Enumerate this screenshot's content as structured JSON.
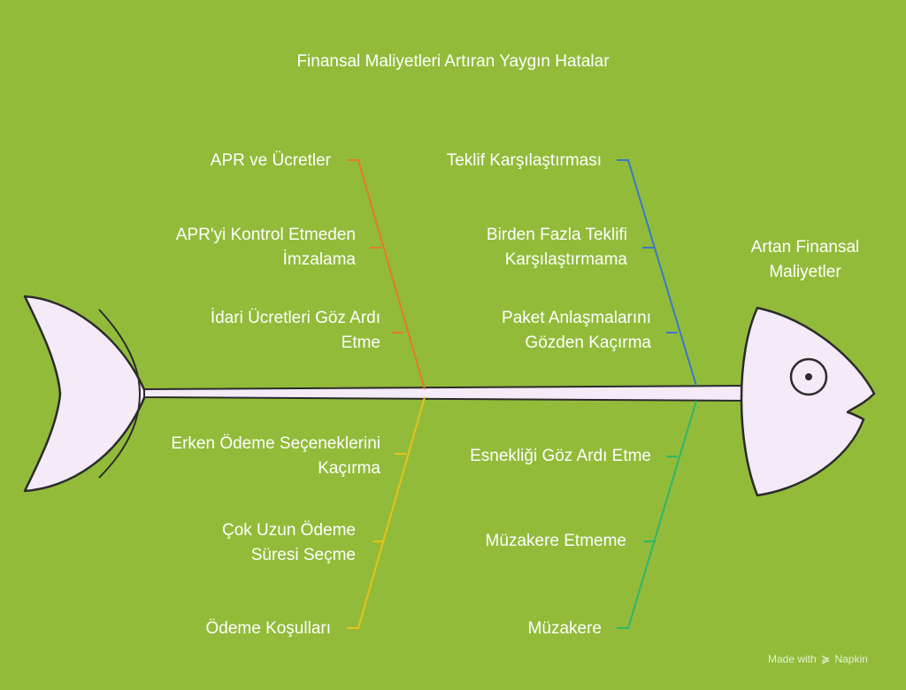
{
  "title": "Finansal Maliyetleri Artıran Yaygın Hatalar",
  "effect": "Artan Finansal Maliyetler",
  "categories": {
    "apr": {
      "name": "APR ve Ücretler",
      "color": "#e07b2a"
    },
    "offers": {
      "name": "Teklif Karşılaştırması",
      "color": "#3a78c9"
    },
    "payment": {
      "name": "Ödeme Koşulları",
      "color": "#e8c21a"
    },
    "negotiation": {
      "name": "Müzakere",
      "color": "#2fb56a"
    }
  },
  "causes": {
    "apr_1": "APR'yi Kontrol Etmeden İmzalama",
    "apr_2": "İdari Ücretleri Göz Ardı Etme",
    "offers_1": "Birden Fazla Teklifi Karşılaştırmama",
    "offers_2": "Paket Anlaşmalarını Gözden Kaçırma",
    "payment_1": "Erken Ödeme Seçeneklerini Kaçırma",
    "payment_2": "Çok Uzun Ödeme Süresi Seçme",
    "negotiation_1": "Esnekliği Göz Ardı Etme",
    "negotiation_2": "Müzakere Etmeme"
  },
  "fish_fill": "#f5eaf8",
  "watermark": {
    "prefix": "Made with",
    "brand": "Napkin"
  }
}
